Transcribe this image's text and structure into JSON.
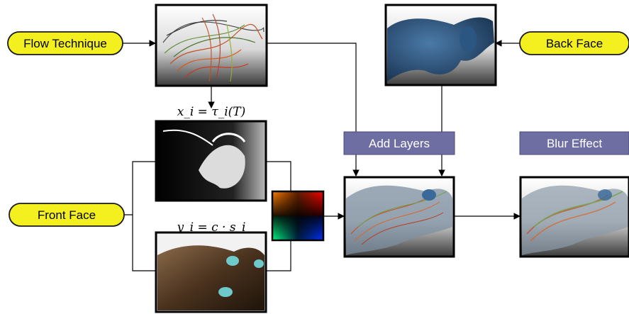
{
  "inputs": {
    "flow_technique": "Flow Technique",
    "back_face": "Back Face",
    "front_face": "Front Face"
  },
  "operations": {
    "add_layers": "Add Layers",
    "blur_effect": "Blur Effect"
  },
  "formulas": {
    "x": "x_i = τ_i(T)",
    "y": "y_i = c · s_i"
  },
  "colors": {
    "pill_fill": "#f4f020",
    "pill_stroke": "#1a1a1a",
    "op_box_fill": "#6e6ea3",
    "back_face_blue": "#2a4f77"
  }
}
